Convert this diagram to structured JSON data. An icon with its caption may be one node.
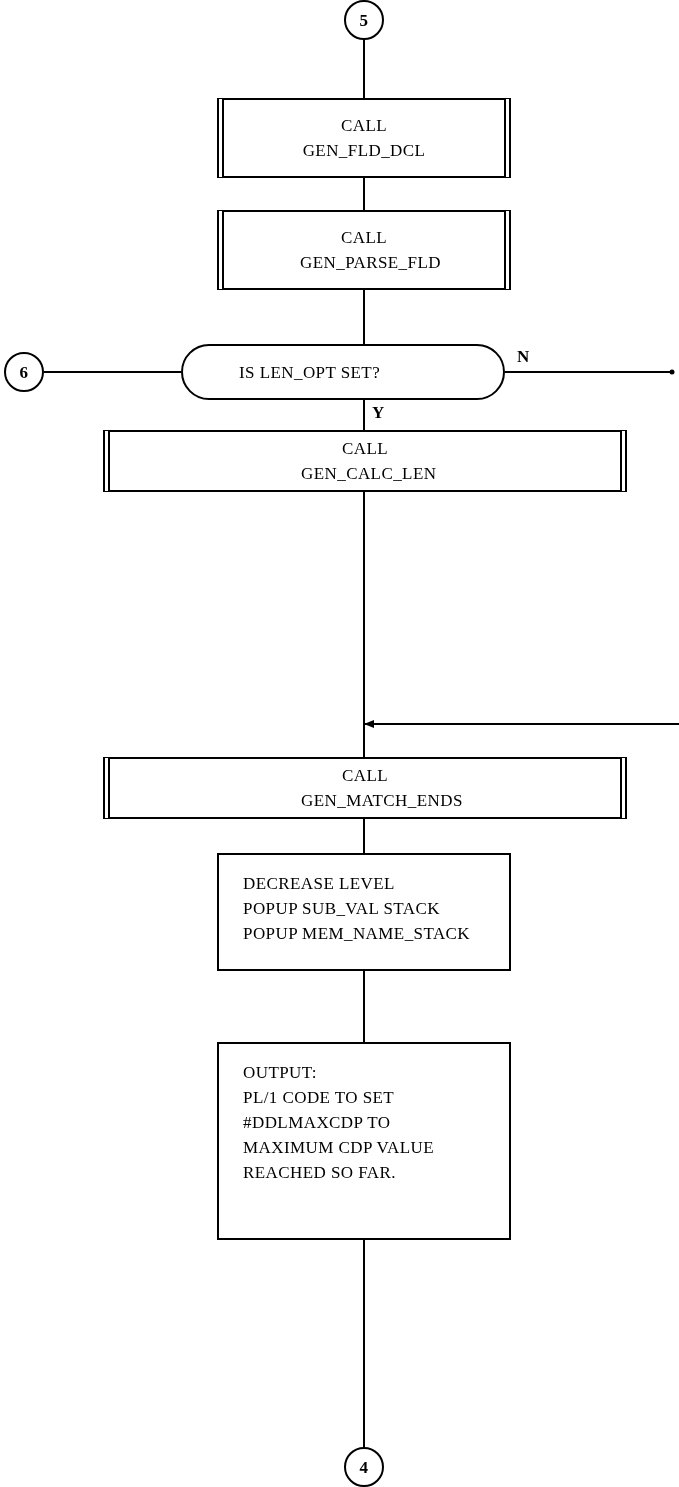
{
  "diagram": {
    "nodes": [
      {
        "text": [
          "5"
        ]
      },
      {
        "text": [
          "CALL GEN_FLD_DCL"
        ]
      },
      {
        "text": [
          "CALL GEN_PARSE_FLD"
        ]
      },
      {
        "text": [
          "6"
        ]
      },
      {
        "text": [
          "IS LEN_OPT SET?"
        ]
      },
      {
        "text": [
          "CALL GEN_CALC_LEN"
        ]
      },
      {
        "text": [
          "CALL GEN_MATCH_ENDS"
        ]
      },
      {
        "text": [
          "DECREASE LEVEL",
          "POPUP SUB_VAL STACK",
          "POPUP MEM_NAME_STACK"
        ]
      },
      {
        "text": [
          "OUTPUT:",
          "PL/1 CODE TO SET #DDLMAXCDP TO MAXIMUM CDP VALUE REACHED SO FAR."
        ]
      },
      {
        "text": [
          "4"
        ]
      }
    ],
    "edges": [
      {
        "from": 0,
        "to": 1,
        "arrow": "none"
      },
      {
        "from": 1,
        "to": 2,
        "arrow": "none"
      },
      {
        "from": 2,
        "to": 4,
        "arrow": "none"
      },
      {
        "from": 3,
        "to": 4,
        "arrow": "none"
      },
      {
        "from": 4,
        "to": 5,
        "arrow": "none",
        "label": "Y"
      },
      {
        "from": 4,
        "to": null,
        "arrow": "other",
        "label": "N"
      },
      {
        "from": 5,
        "to": 6,
        "arrow": "none"
      },
      {
        "from": null,
        "to": 6,
        "arrow": "to"
      },
      {
        "from": 6,
        "to": 7,
        "arrow": "none"
      },
      {
        "from": 7,
        "to": 8,
        "arrow": "none"
      },
      {
        "from": 8,
        "to": 9,
        "arrow": "none"
      }
    ]
  }
}
